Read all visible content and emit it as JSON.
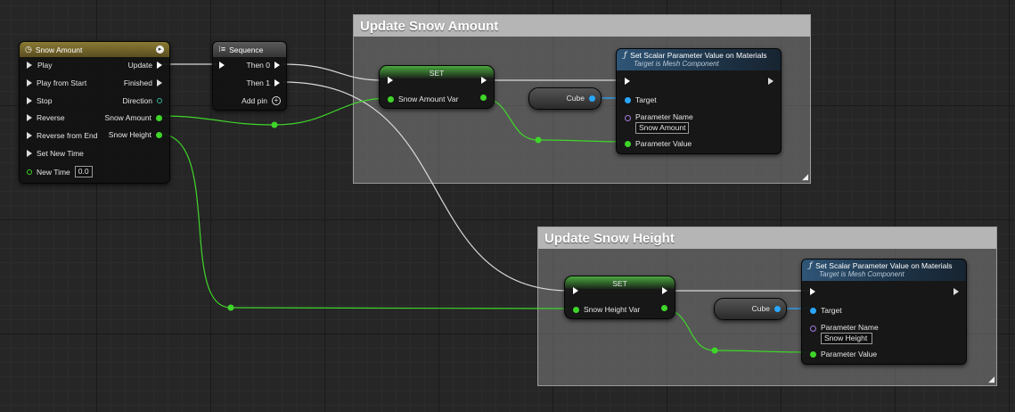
{
  "comments": {
    "snow_amount_title": "Update Snow Amount",
    "snow_height_title": "Update Snow Height"
  },
  "timeline": {
    "title": "Snow Amount",
    "inputs": [
      "Play",
      "Play from Start",
      "Stop",
      "Reverse",
      "Reverse from End",
      "Set New Time"
    ],
    "new_time_label": "New Time",
    "new_time_value": "0.0",
    "outputs": {
      "update": "Update",
      "finished": "Finished",
      "direction": "Direction",
      "snow_amount": "Snow Amount",
      "snow_height": "Snow Height"
    }
  },
  "sequence": {
    "title": "Sequence",
    "then0": "Then 0",
    "then1": "Then 1",
    "add_pin": "Add pin"
  },
  "set_amount": {
    "title": "SET",
    "var": "Snow Amount Var"
  },
  "set_height": {
    "title": "SET",
    "var": "Snow Height Var"
  },
  "cube_amount": {
    "label": "Cube"
  },
  "cube_height": {
    "label": "Cube"
  },
  "func_amount": {
    "title": "Set Scalar Parameter Value on Materials",
    "subtitle": "Target is Mesh Component",
    "target": "Target",
    "param_name_label": "Parameter Name",
    "param_name_value": "Snow Amount",
    "param_value_label": "Parameter Value"
  },
  "func_height": {
    "title": "Set Scalar Parameter Value on Materials",
    "subtitle": "Target is Mesh Component",
    "target": "Target",
    "param_name_label": "Parameter Name",
    "param_name_value": "Snow Height",
    "param_value_label": "Parameter Value"
  },
  "colors": {
    "exec_wire": "#d8d8d8",
    "float_wire": "#3fd62a",
    "object_wire": "#29a7ff",
    "timeline_header": "#7a6a2c",
    "function_header": "#2c4a66",
    "set_header": "#3a8a32"
  },
  "icons": {
    "timeline": "clock-icon",
    "sequence": "sequence-icon",
    "function": "function-icon",
    "add_pin": "plus-circle-icon"
  }
}
